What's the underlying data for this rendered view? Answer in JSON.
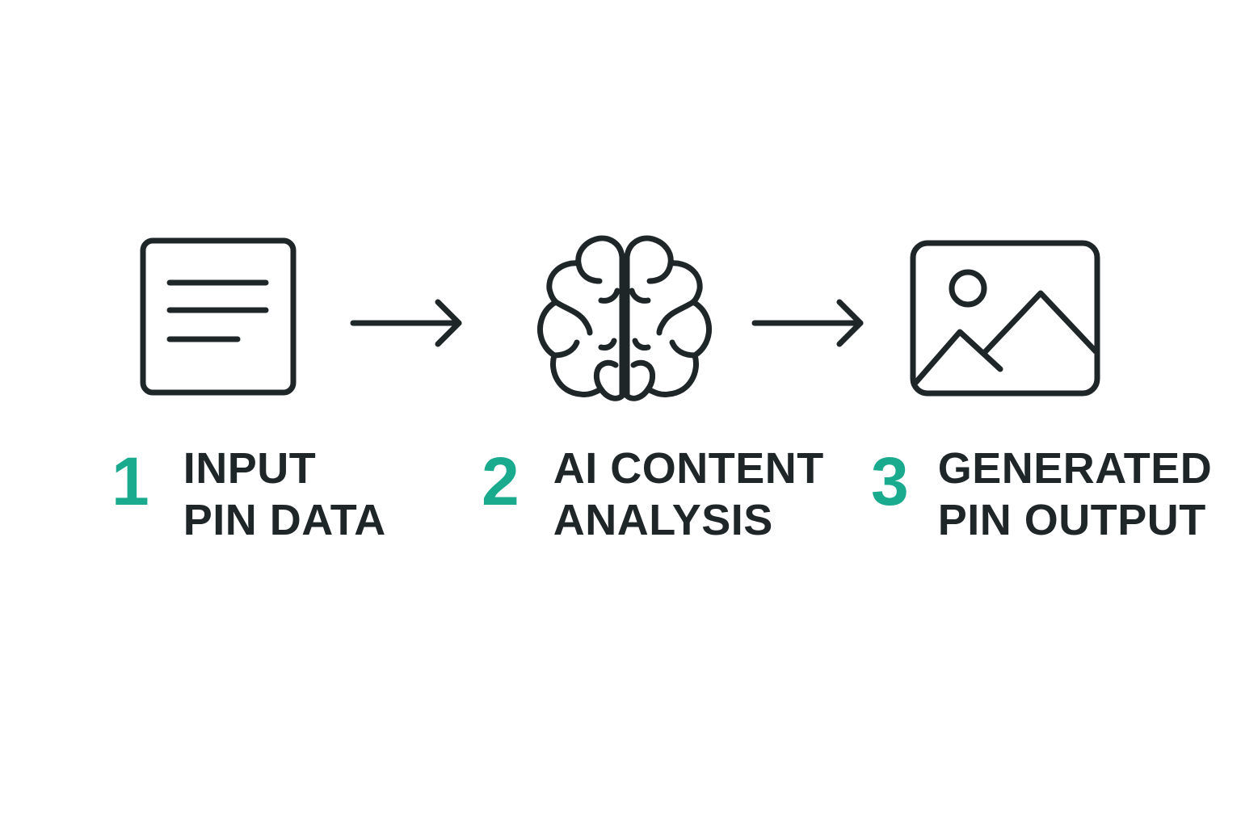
{
  "accent_color": "#1aaa8e",
  "text_color": "#1f2628",
  "steps": [
    {
      "number": "1",
      "label_line1": "INPUT",
      "label_line2": "PIN DATA",
      "icon": "document-lines-icon"
    },
    {
      "number": "2",
      "label_line1": "AI CONTENT",
      "label_line2": "ANALYSIS",
      "icon": "brain-icon"
    },
    {
      "number": "3",
      "label_line1": "GENERATED",
      "label_line2": "PIN OUTPUT",
      "icon": "image-icon"
    }
  ],
  "connectors": [
    "arrow-right-icon",
    "arrow-right-icon"
  ]
}
